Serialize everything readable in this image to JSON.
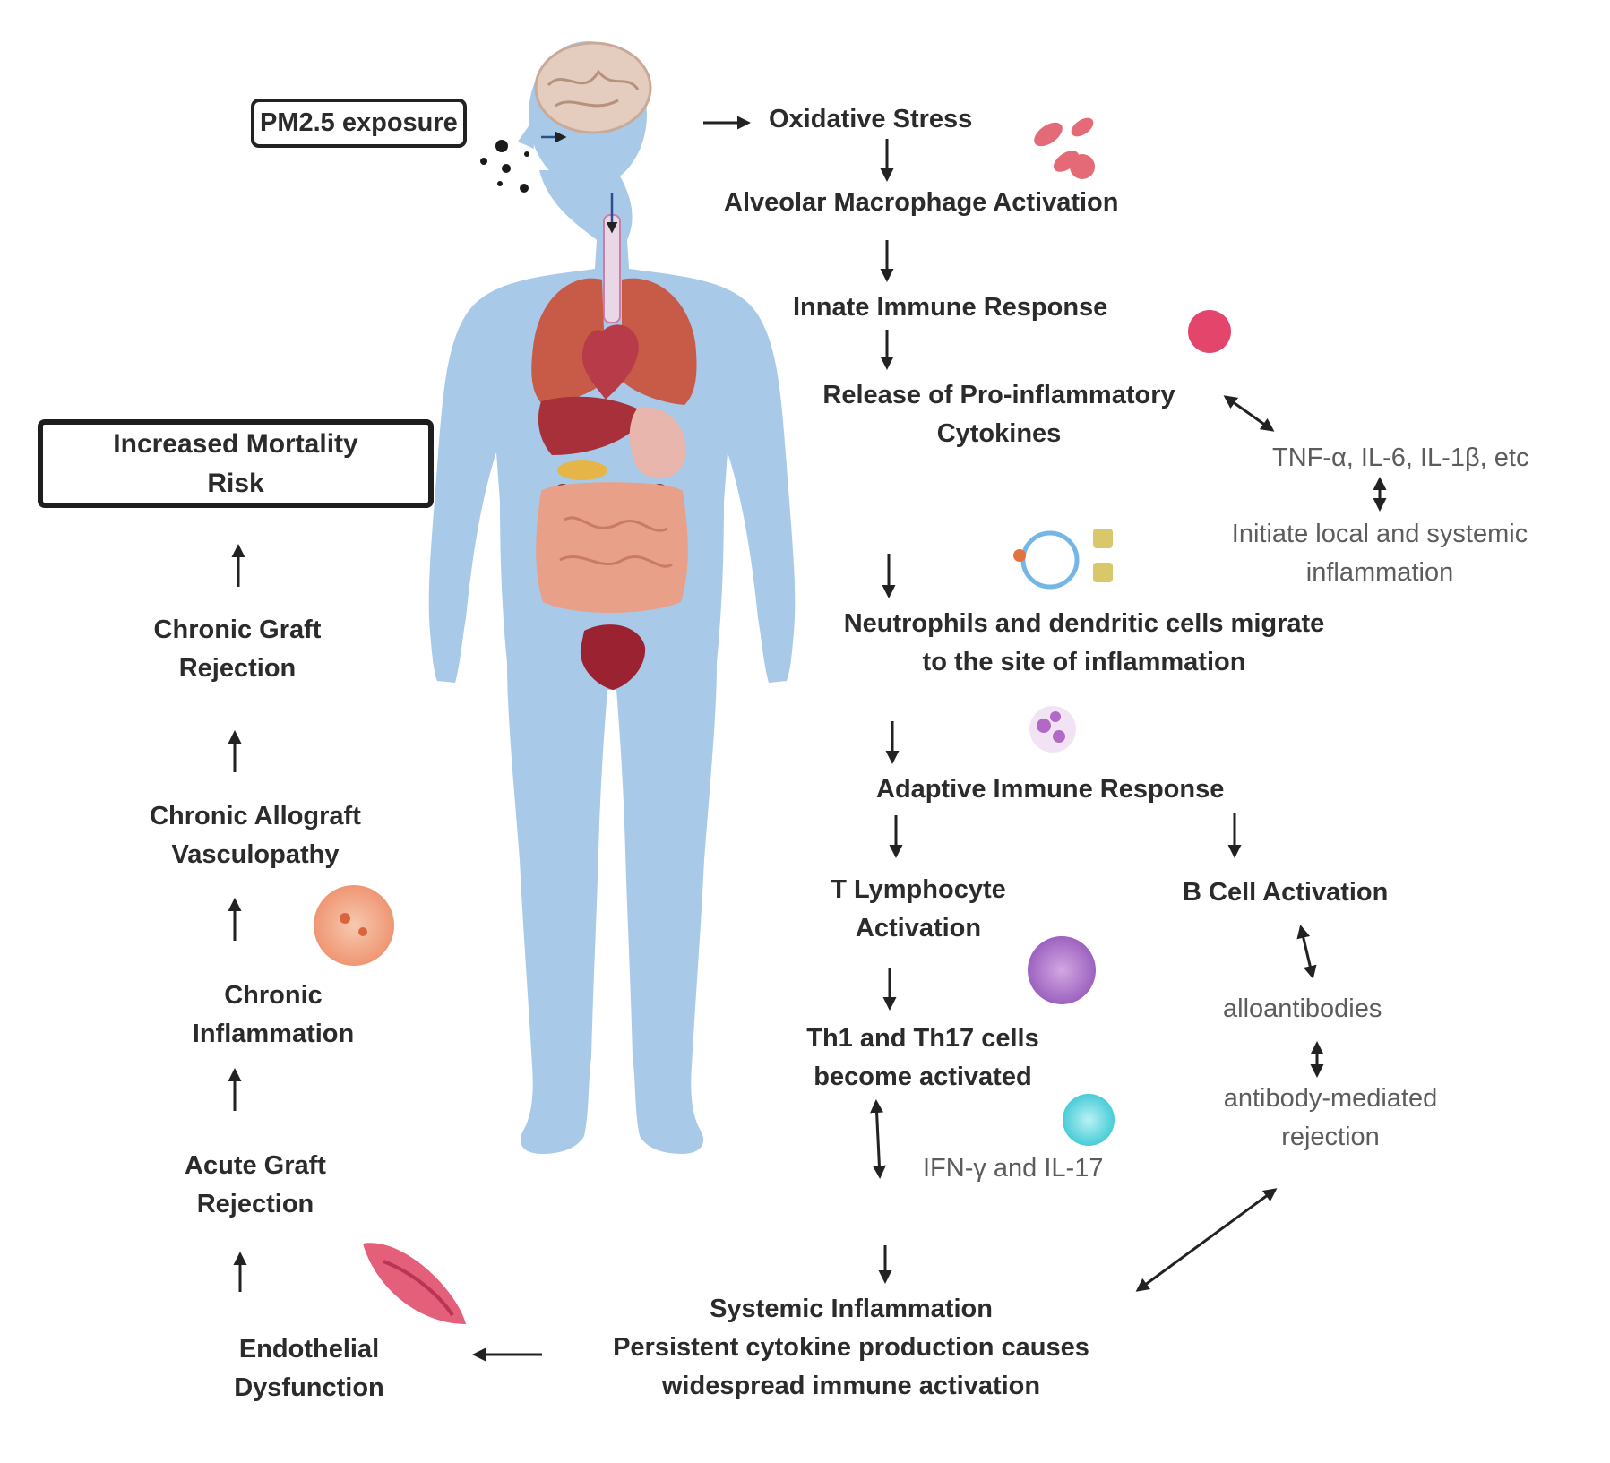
{
  "exposure": "PM2.5 exposure",
  "mortality": {
    "line1": "Increased Mortality",
    "line2": "Risk"
  },
  "pathway": {
    "oxidative_stress": "Oxidative Stress",
    "alveolar": "Alveolar Macrophage Activation",
    "innate": "Innate Immune Response",
    "release": {
      "line1": "Release of Pro-inflammatory",
      "line2": "Cytokines"
    },
    "cytokine_list": "TNF-α, IL-6, IL-1β, etc",
    "initiate": {
      "line1": "Initiate local and systemic",
      "line2": "inflammation"
    },
    "neutrophils": {
      "line1": "Neutrophils and dendritic cells migrate",
      "line2": "to the site of inflammation"
    },
    "adaptive": "Adaptive Immune Response",
    "t_lymph": {
      "line1": "T Lymphocyte",
      "line2": "Activation"
    },
    "b_cell": "B Cell Activation",
    "th_cells": {
      "line1": "Th1 and Th17 cells",
      "line2": "become activated"
    },
    "alloantibodies": "alloantibodies",
    "ifn": "IFN-γ and IL-17",
    "amr": {
      "line1": "antibody-mediated",
      "line2": "rejection"
    },
    "systemic": {
      "line1": "Systemic Inflammation",
      "line2": "Persistent cytokine production causes",
      "line3": "widespread immune activation"
    }
  },
  "left_chain": {
    "endothelial": {
      "line1": "Endothelial",
      "line2": "Dysfunction"
    },
    "acute": {
      "line1": "Acute Graft",
      "line2": "Rejection"
    },
    "chronic_inflam": {
      "line1": "Chronic",
      "line2": "Inflammation"
    },
    "cav": {
      "line1": "Chronic Allograft",
      "line2": "Vasculopathy"
    },
    "chronic_graft": {
      "line1": "Chronic Graft",
      "line2": "Rejection"
    }
  },
  "colors": {
    "body": "#a9c9e8",
    "body_dark": "#8fb4d9",
    "lung": "#c85a48",
    "kidney": "#9e2f35",
    "bladder": "#9a2231",
    "intestine": "#e8a088",
    "arrow": "#222222"
  }
}
